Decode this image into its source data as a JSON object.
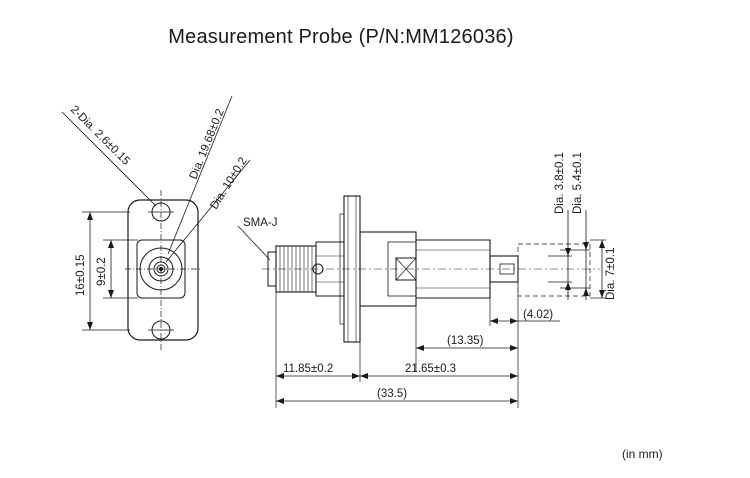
{
  "title": "Measurement Probe (P/N:MM126036)",
  "unit_note": "(in mm)",
  "labels": {
    "holes": "2-Dia. 2.6±0.15",
    "outer_dia": "Dia. 19.68±0.2",
    "inner_dia": "Dia. 10±0.2",
    "height_16": "16±0.15",
    "height_9": "9±0.2",
    "connector": "SMA-J",
    "dia_38": "Dia. 3.8±0.1",
    "dia_54": "Dia. 5.4±0.1",
    "dia_7": "Dia. 7±0.1",
    "len_402": "(4.02)",
    "len_1335": "(13.35)",
    "len_1185": "11.85±0.2",
    "len_2165": "21.65±0.3",
    "len_335": "(33.5)"
  },
  "colors": {
    "line": "#1a1a1a",
    "background": "#ffffff"
  }
}
